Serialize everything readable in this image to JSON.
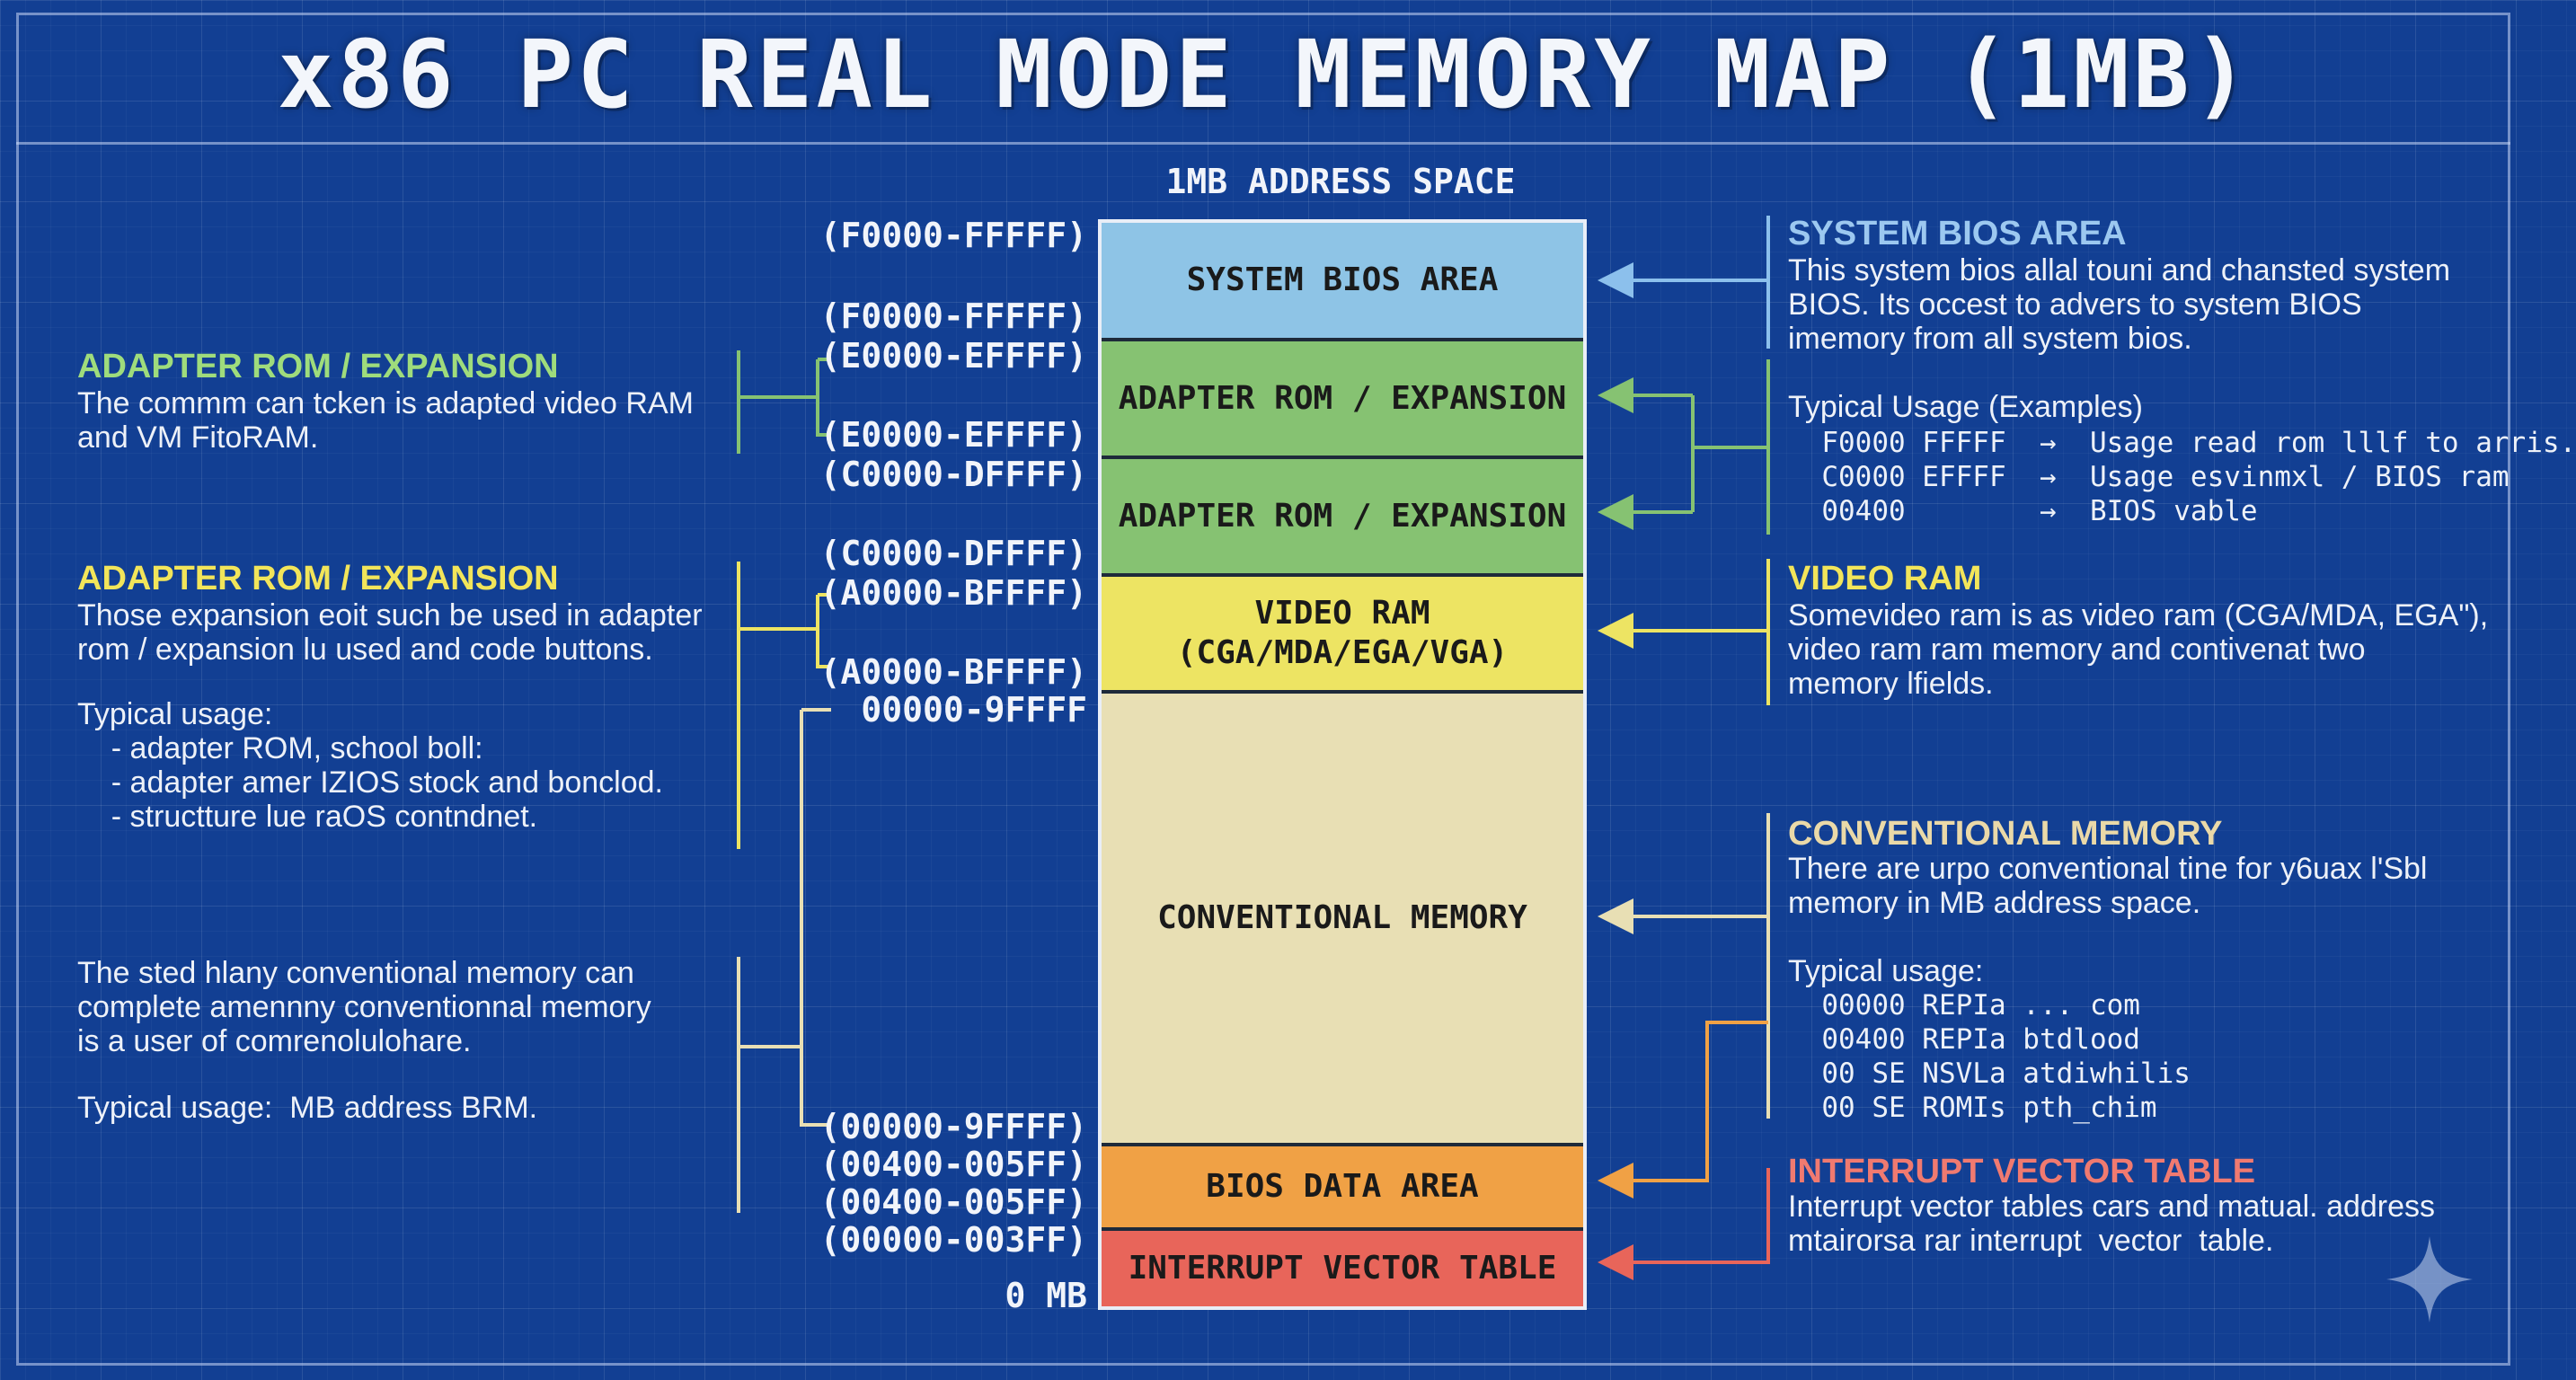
{
  "title": "x86 PC REAL MODE MEMORY MAP (1MB)",
  "address_space_label": "1MB ADDRESS SPACE",
  "bottom_label": "0 MB",
  "colors": {
    "background": "#123f93",
    "system_bios": "#8ec4e6",
    "adapter_rom": "#86c272",
    "video_ram": "#ede463",
    "conventional": "#e8dfb4",
    "bios_data": "#f0a145",
    "ivt": "#e8655a"
  },
  "memory_blocks": [
    {
      "id": "system-bios",
      "label": "SYSTEM BIOS AREA",
      "color": "#8ec4e6"
    },
    {
      "id": "adapter-rom-1",
      "label": "ADAPTER ROM / EXPANSION",
      "color": "#86c272"
    },
    {
      "id": "adapter-rom-2",
      "label": "ADAPTER ROM / EXPANSION",
      "color": "#86c272"
    },
    {
      "id": "video-ram",
      "label": "VIDEO RAM\n(CGA/MDA/EGA/VGA)",
      "color": "#ede463"
    },
    {
      "id": "conventional",
      "label": "CONVENTIONAL MEMORY",
      "color": "#e8dfb4"
    },
    {
      "id": "bios-data",
      "label": "BIOS DATA AREA",
      "color": "#f0a145"
    },
    {
      "id": "ivt",
      "label": "INTERRUPT VECTOR TABLE",
      "color": "#e8655a"
    }
  ],
  "address_labels": [
    "(F0000-FFFFF)",
    "(F0000-FFFFF)",
    "(E0000-EFFFF)",
    "(E0000-EFFFF)",
    "(C0000-DFFFF)",
    "(C0000-DFFFF)",
    "(A0000-BFFFF)",
    "(A0000-BFFFF)",
    "00000-9FFFF",
    "(00000-9FFFF)",
    "(00400-005FF)",
    "(00400-005FF)",
    "(00000-003FF)"
  ],
  "left_notes": {
    "adapter_rom_1": {
      "title": "ADAPTER ROM / EXPANSION",
      "title_color": "#9fdc7c",
      "body": "The commm can tcken is adapted video RAM\nand VM FitoRAM."
    },
    "adapter_rom_2": {
      "title": "ADAPTER ROM / EXPANSION",
      "title_color": "#f2e55a",
      "body": "Those expansion eoit such be used in adapter\nrom / expansion lu used and code buttons.",
      "usage_title": "Typical usage:",
      "usage_items": "    - adapter ROM, school boll:\n    - adapter amer IZIOS stock and bonclod.\n    - structture lue raOS contndnet."
    },
    "conventional": {
      "body": "The sted hlany conventional memory can\ncomplete amennny conventionnal memory\nis a user of comrenolulohare.",
      "usage": "Typical usage:  MB address BRM."
    }
  },
  "right_notes": {
    "system_bios": {
      "title": "SYSTEM BIOS AREA",
      "title_color": "#9cc8f0",
      "body": "This system bios allal touni and chansted system\nBIOS. Its occest to advers to system BIOS\nimemory from all system bios."
    },
    "typical_usage": {
      "title": "Typical Usage (Examples)",
      "rows": "  F0000 FFFFF  →  Usage read rom lllf to arris.\n  C0000 EFFFF  →  Usage esvinmxl / BIOS ram\n  00400        →  BIOS vable"
    },
    "video_ram": {
      "title": "VIDEO RAM",
      "title_color": "#f2e55a",
      "body": "Somevideo ram is as video ram (CGA/MDA, EGA\"),\nvideo ram ram memory and contivenat two\nmemory lfields."
    },
    "conventional": {
      "title": "CONVENTIONAL MEMORY",
      "title_color": "#ead9a8",
      "body": "There are urpo conventional tine for y6uax l'Sbl\nmemory in MB address space.",
      "usage_title": "Typical usage:",
      "usage_rows": "  00000 REPIa ... com\n  00400 REPIa btdlood\n  00 SE NSVLa atdiwhilis\n  00 SE ROMIs pth_chim"
    },
    "ivt": {
      "title": "INTERRUPT VECTOR TABLE",
      "title_color": "#f07a70",
      "body": "Interrupt vector tables cars and matual. address\nmtairorsa rar interrupt  vector  table."
    }
  }
}
